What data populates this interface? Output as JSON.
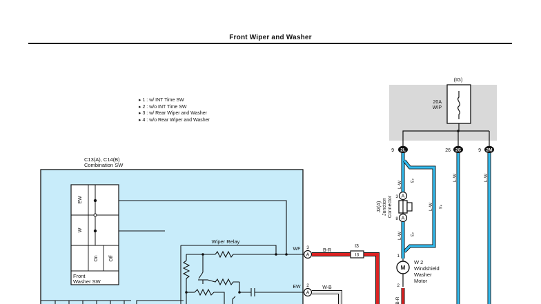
{
  "title": "Front Wiper and Washer",
  "notes": [
    "1 : w/ INT Time SW",
    "2 : w/o INT Time SW",
    "3 : w/ Rear Wiper and Washer",
    "4 : w/o Rear Wiper and Washer"
  ],
  "fuse": {
    "supply": "IG",
    "rating": "20A",
    "name": "WIP"
  },
  "fuse_box_terminals": [
    {
      "pin": "9",
      "conn": "2L"
    },
    {
      "pin": "26",
      "conn": "2S"
    },
    {
      "pin": "9",
      "conn": "2M"
    }
  ],
  "combination_switch": {
    "connectors": "C13(A), C14(B)",
    "name": "Combination SW",
    "washer_sw_label": "Front\nWasher SW",
    "washer_sw_line1": "Front",
    "washer_sw_line2": "Washer SW",
    "positions": [
      "EW",
      "W",
      "On",
      "Off"
    ]
  },
  "wiper_relay": {
    "name": "Wiper Relay",
    "terminals": [
      {
        "label": "WF",
        "pin": "3",
        "conn": "A"
      },
      {
        "label": "EW",
        "pin": "2",
        "conn": "A"
      }
    ]
  },
  "wires": [
    {
      "color_code": "B-R",
      "id": "I3"
    },
    {
      "color_code": "W-B"
    },
    {
      "color_code": "L-W"
    }
  ],
  "junction_connector": {
    "name": "J2(A)\nJunction\nConnector",
    "line1": "J2(A)",
    "line2": "Junction",
    "line3": "Connector",
    "pins": [
      {
        "pin": "3",
        "conn": "A"
      },
      {
        "pin": "8",
        "conn": "A"
      }
    ],
    "branch_notes": [
      "*3",
      "*4",
      "*3"
    ]
  },
  "washer_motor": {
    "connector": "W 2",
    "line1": "Windshield",
    "line2": "Washer",
    "line3": "Motor",
    "pins": [
      "1",
      "2"
    ],
    "symbol": "M"
  },
  "colors": {
    "light_blue": "#33bbee",
    "box_fill": "#c8ecfa",
    "fuse_box_fill": "#d9d9d9",
    "red_wire": "#dd2222"
  }
}
